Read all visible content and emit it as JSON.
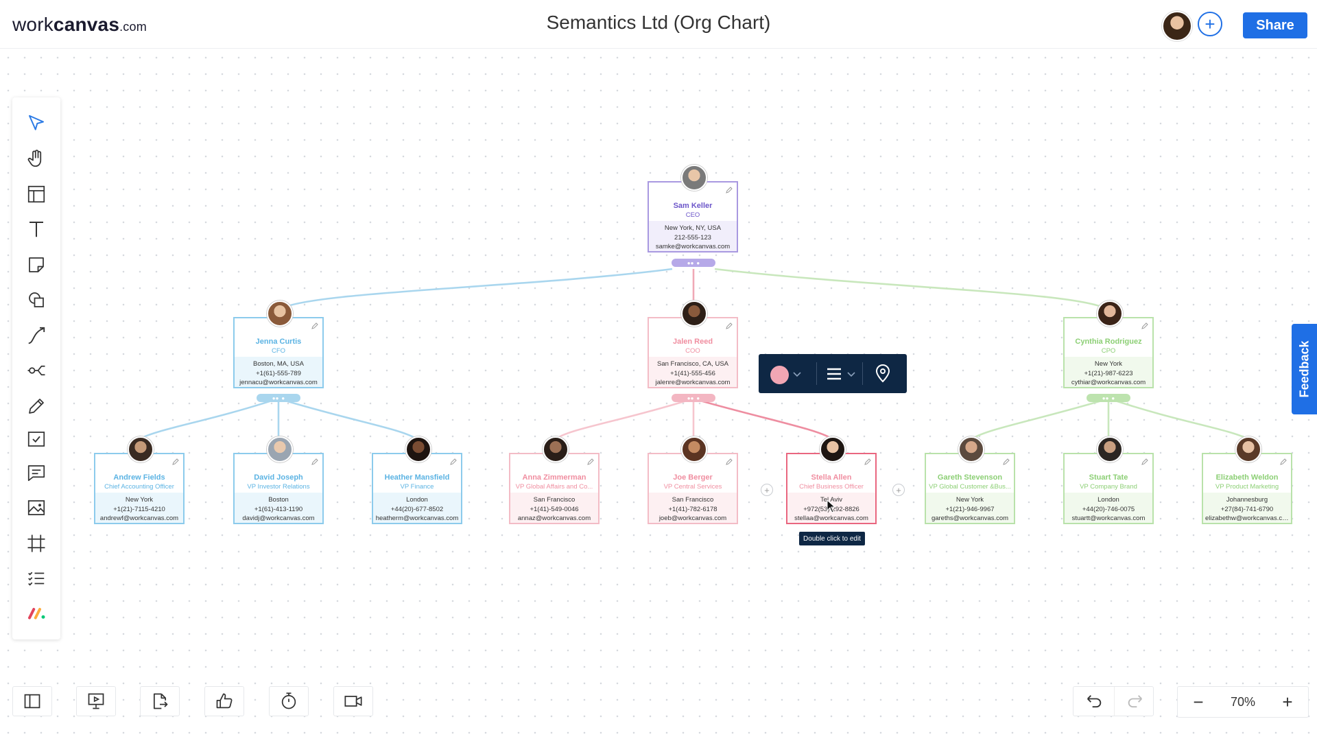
{
  "app": {
    "logo_prefix": "work",
    "logo_bold": "canvas",
    "logo_suffix": ".com",
    "title": "Semantics Ltd (Org Chart)",
    "share_label": "Share"
  },
  "toolbar": [
    {
      "name": "select-icon"
    },
    {
      "name": "hand-icon"
    },
    {
      "name": "template-icon"
    },
    {
      "name": "text-icon"
    },
    {
      "name": "sticky-note-icon"
    },
    {
      "name": "shapes-icon"
    },
    {
      "name": "connector-icon"
    },
    {
      "name": "mindmap-icon"
    },
    {
      "name": "pen-icon"
    },
    {
      "name": "task-icon"
    },
    {
      "name": "comment-icon"
    },
    {
      "name": "image-icon"
    },
    {
      "name": "frame-icon"
    },
    {
      "name": "list-icon"
    },
    {
      "name": "integrations-icon"
    }
  ],
  "colors": {
    "purple": "#8e7ad6",
    "blue": "#7cc1e6",
    "pink": "#f0a9b6",
    "green": "#a8d998",
    "selected": "#e9667f",
    "accent": "#1f6fe5"
  },
  "cards": {
    "sam": {
      "name": "Sam Keller",
      "role": "CEO",
      "details": [
        "New York, NY, USA",
        "212-555-123",
        "samke@workcanvas.com"
      ]
    },
    "jenna": {
      "name": "Jenna Curtis",
      "role": "CFO",
      "details": [
        "Boston, MA, USA",
        "+1(61)-555-789",
        "jennacu@workcanvas.com"
      ]
    },
    "jalen": {
      "name": "Jalen Reed",
      "role": "COO",
      "details": [
        "San Francisco, CA, USA",
        "+1(41)-555-456",
        "jalenre@workcanvas.com"
      ]
    },
    "cynthia": {
      "name": "Cynthia Rodriguez",
      "role": "CPO",
      "details": [
        "New York",
        "+1(21)-987-6223",
        "cythiar@workcanvas.com"
      ]
    },
    "andrew": {
      "name": "Andrew Fields",
      "role": "Chief Accounting Officer",
      "details": [
        "New York",
        "+1(21)-7115-4210",
        "andrewf@workcanvas.com"
      ]
    },
    "david": {
      "name": "David Joseph",
      "role": "VP Investor Relations",
      "details": [
        "Boston",
        "+1(61)-413-1190",
        "davidj@workcanvas.com"
      ]
    },
    "heather": {
      "name": "Heather Mansfield",
      "role": "VP Finance",
      "details": [
        "London",
        "+44(20)-677-8502",
        "heatherm@workcanvas.com"
      ]
    },
    "anna": {
      "name": "Anna Zimmerman",
      "role": "VP Global Affairs and Co...",
      "details": [
        "San Francisco",
        "+1(41)-549-0046",
        "annaz@workcanvas.com"
      ]
    },
    "joe": {
      "name": "Joe Berger",
      "role": "VP Central Services",
      "details": [
        "San Francisco",
        "+1(41)-782-6178",
        "joeb@workcanvas.com"
      ]
    },
    "stella": {
      "name": "Stella Allen",
      "role": "Chief Business Officer",
      "details": [
        "Tel Aviv",
        "+972(53)-292-8826",
        "stellaa@workcanvas.com"
      ]
    },
    "gareth": {
      "name": "Gareth Stevenson",
      "role": "VP Global Customer &Bus...",
      "details": [
        "New York",
        "+1(21)-946-9967",
        "gareths@workcanvas.com"
      ]
    },
    "stuart": {
      "name": "Stuart Tate",
      "role": "VP Company Brand",
      "details": [
        "London",
        "+44(20)-746-0075",
        "stuartt@workcanvas.com"
      ]
    },
    "elizabeth": {
      "name": "Elizabeth Weldon",
      "role": "VP Product Marketing",
      "details": [
        "Johannesburg",
        "+27(84)-741-6790",
        "elizabethw@workcanvas.co..."
      ]
    }
  },
  "tooltip": "Double click to edit",
  "feedback_label": "Feedback",
  "zoom": {
    "value": "70%",
    "minus": "−",
    "plus": "+"
  }
}
